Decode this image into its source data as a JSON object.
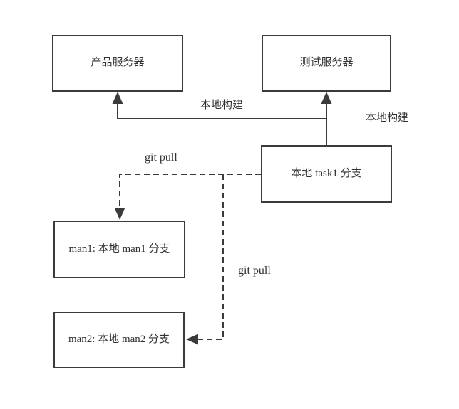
{
  "diagram": {
    "nodes": {
      "product_server": {
        "label": "产品服务器"
      },
      "test_server": {
        "label": "测试服务器"
      },
      "task1_branch": {
        "label": "本地 task1 分支"
      },
      "man1_branch": {
        "label": "man1: 本地 man1 分支"
      },
      "man2_branch": {
        "label": "man2: 本地 man2 分支"
      }
    },
    "edges": {
      "build_to_product": {
        "label": "本地构建",
        "style": "solid",
        "from": "task1_branch",
        "to": "product_server"
      },
      "build_to_test": {
        "label": "本地构建",
        "style": "solid",
        "from": "task1_branch",
        "to": "test_server"
      },
      "pull_to_man1": {
        "label": "git pull",
        "style": "dashed",
        "from": "task1_branch",
        "to": "man1_branch"
      },
      "pull_to_man2": {
        "label": "git pull",
        "style": "dashed",
        "from": "task1_branch",
        "to": "man2_branch"
      }
    },
    "colors": {
      "stroke": "#3b3b3b",
      "text": "#313131",
      "background": "#ffffff"
    }
  }
}
